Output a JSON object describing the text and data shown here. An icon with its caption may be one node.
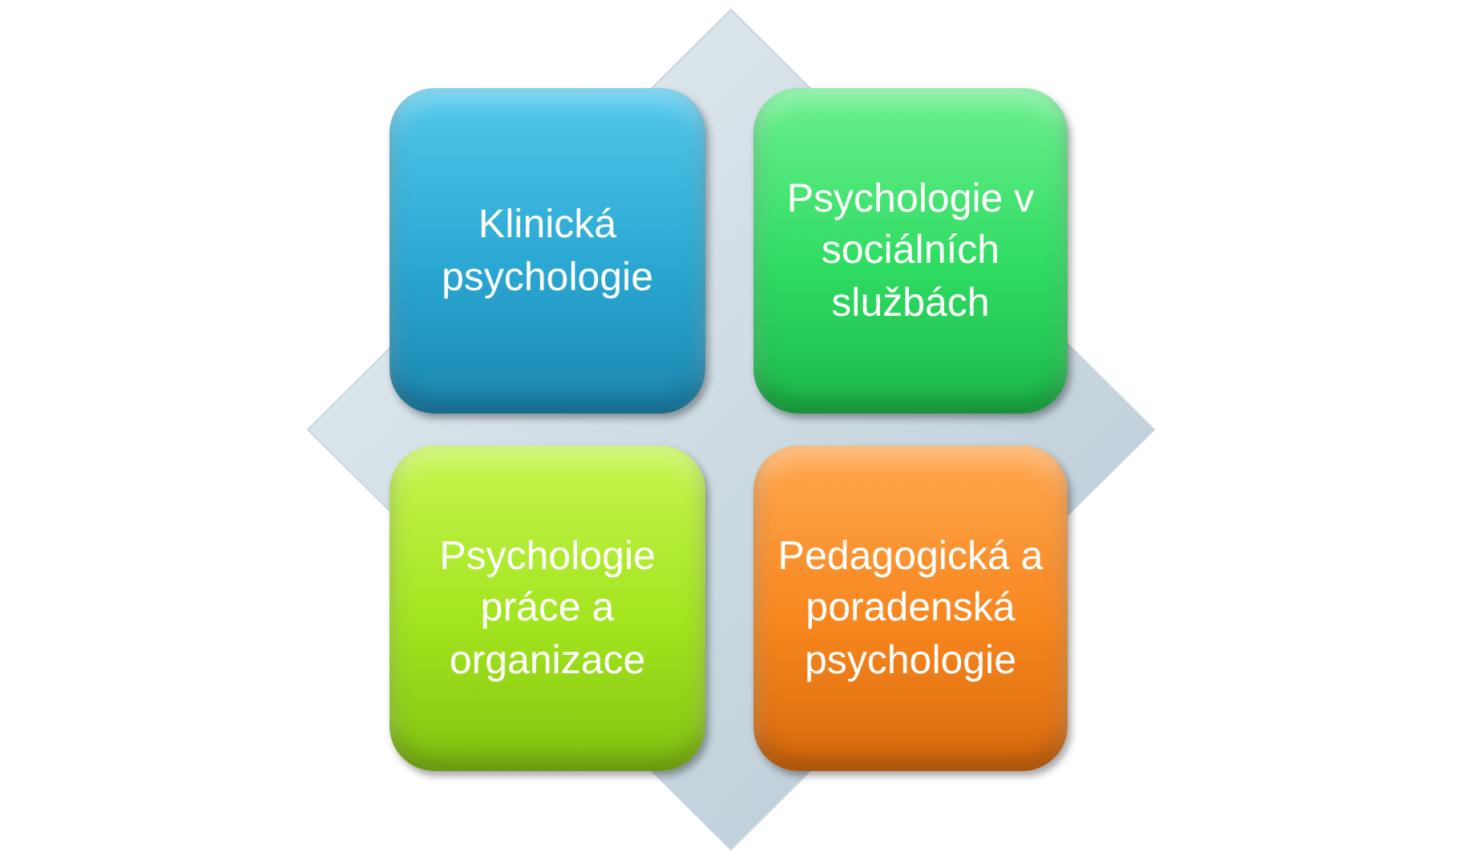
{
  "diagram": {
    "nodes": [
      {
        "text": [
          "Klinická psychologie"
        ]
      },
      {
        "text": [
          "Psychologie v sociálních službách"
        ]
      },
      {
        "text": [
          "Psychologie práce a organizace"
        ]
      },
      {
        "text": [
          "Pedagogická a poradenská psychologie"
        ]
      }
    ]
  }
}
